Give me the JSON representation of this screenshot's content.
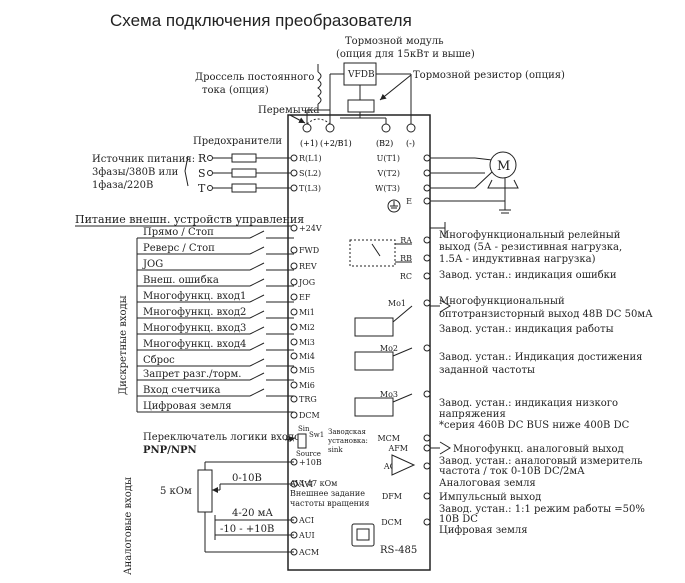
{
  "title": "Схема подключения преобразователя",
  "brake_module": {
    "line1": "Тормозной модуль",
    "line2": "(опция для 15кВт и выше)",
    "box": "VFDB"
  },
  "brake_resistor": "Тормозной резистор (опция)",
  "dc_choke": {
    "line1": "Дроссель постоянного",
    "line2": "тока (опция)"
  },
  "jumper": "Перемычка",
  "fuses": "Предохранители",
  "power_source": {
    "line1": "Источник питания:",
    "line2": "3фазы/380В или",
    "line3": "1фаза/220В"
  },
  "phases": [
    "R",
    "S",
    "T"
  ],
  "top_terminals": [
    "(+1)",
    "(+2/B1)",
    "(B2)",
    "(-)"
  ],
  "left_terminals": [
    "R(L1)",
    "S(L2)",
    "T(L3)",
    "+24V",
    "FWD",
    "REV",
    "JOG",
    "EF",
    "Mi1",
    "Mi2",
    "Mi3",
    "Mi4",
    "Mi5",
    "Mi6",
    "TRG",
    "DCM",
    "+10B",
    "AVI",
    "ACI",
    "AUI",
    "ACM"
  ],
  "right_terminals": [
    "U(T1)",
    "V(T2)",
    "W(T3)",
    "E",
    "RA",
    "RB",
    "RC",
    "Mo1",
    "Mo2",
    "Mo3",
    "MCM",
    "AFM",
    "ACM",
    "DFM",
    "DCM"
  ],
  "motor": "M",
  "ext_power": "Питание внешн. устройств управления",
  "digital_inputs": [
    "Прямо / Стоп",
    "Реверс / Стоп",
    "JOG",
    "Внеш. ошибка",
    "Многофункц. вход1",
    "Многофункц. вход2",
    "Многофункц. вход3",
    "Многофункц. вход4",
    "Сброс",
    "Запрет разг./торм.",
    "Вход счетчика",
    "Цифровая земля"
  ],
  "digital_inputs_title": "Дискретные входы",
  "logic_switch": {
    "line1": "Переключатель логики входов",
    "line2": "PNP/NPN",
    "sw": "Sw1",
    "sin": "Sin",
    "source": "Source",
    "factory1": "Заводская",
    "factory2": "установка:",
    "factory3": "sink"
  },
  "analog_inputs_title": "Аналоговые входы",
  "pot": "5 кОм",
  "avi_range": "0-10В",
  "avi_note": {
    "l1": "AVI 47 кОм",
    "l2": "Внешнее задание",
    "l3": "частоты вращения"
  },
  "aci_range": "4-20 мА",
  "aui_range": "-10 - +10В",
  "rs485": "RS-485",
  "relay": {
    "l1": "Многофункциональный релейный",
    "l2": "выход (5А - резистивная нагрузка,",
    "l3": "1.5А - индуктивная нагрузка)",
    "l4": "Завод. устан.: индикация ошибки"
  },
  "opto": {
    "l1": "Многофункциональный",
    "l2": "оптотранзисторный выход 48В DC 50мА",
    "l3": "Завод. устан.: индикация работы"
  },
  "freq_reach": {
    "l1": "Завод. устан.: Индикация достижения",
    "l2": "заданной частоты"
  },
  "low_voltage": {
    "l1": "Завод. устан.: индикация низкого",
    "l2": "напряжения",
    "l3": "*серия 460В DC BUS ниже 400В DC"
  },
  "analog_out": {
    "l1": "Многофункц. аналоговый выход",
    "l2": "Завод. устан.: аналоговый измеритель",
    "l3": "частота / ток 0-10В DC/2мА",
    "l4": "Аналоговая земля"
  },
  "pulse_out": {
    "l1": "Импульсный выход",
    "l2": "Завод. устан.: 1:1 режим работы =50%",
    "l3": "10В DC",
    "l4": "Цифровая земля"
  }
}
